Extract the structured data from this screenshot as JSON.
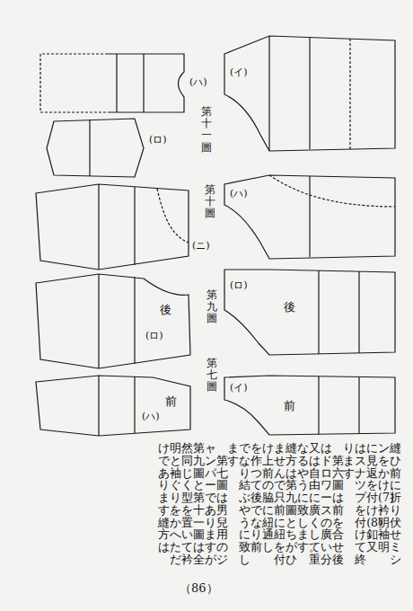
{
  "diagram": {
    "labels": [
      "(イ)",
      "(ハ)",
      "第十一圖",
      "(ロ)",
      "第十圖",
      "(ハ)",
      "(ニ)",
      "後",
      "(ロ)",
      "後",
      "(ロ)",
      "第九圖",
      "第七圖",
      "前",
      "(ハ)",
      "前",
      "(イ)",
      "縫ひ前に折り伏せミシ",
      "ンをかけ、(7)衿明袖明",
      "に見返を付け、(8)釦又",
      "はスナツプを付けて終",
      "ります。",
      "　第六圖は前を合せ後",
      "はドロワースの廣い分",
      "又は自由に廣くして重",
      "なるやうに致します。",
      "縫方は第九圖とちがひ",
      "ませんで只前に紐を付",
      "け、上前の脇に紐通し",
      "を作つて後でなり、前",
      "でなり結ぶやうに致し",
      "ます。",
      "　第七圖は男兒用のジ",
      "ャンパーでありますが",
      "第九圖と第十一圖は全",
      "然同じく型を置いて衿",
      "明と袖ぐりをかへただ",
      "けであります。縫方は",
      "（86）"
    ]
  }
}
